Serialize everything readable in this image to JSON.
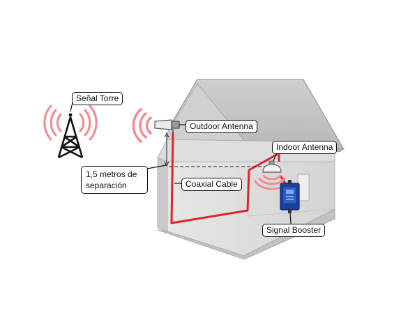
{
  "labels": {
    "tower_signal": "Señal Torre",
    "outdoor_antenna": "Outdoor Antenna",
    "indoor_antenna": "Indoor Antenna",
    "separation": "1,5 metros de separación",
    "coaxial_cable": "Coaxial Cable",
    "signal_booster": "Signal Booster"
  },
  "icons": {
    "tower": "cell-tower-icon",
    "outdoor_antenna": "directional-antenna-icon",
    "indoor_antenna": "dome-antenna-icon",
    "booster": "signal-booster-icon"
  },
  "colors": {
    "signal_waves": "#f08a92",
    "cable": "#e0242b",
    "booster": "#1d3f9a",
    "house_wall": "#d9d9d9",
    "house_roof": "#bdbdbd"
  }
}
